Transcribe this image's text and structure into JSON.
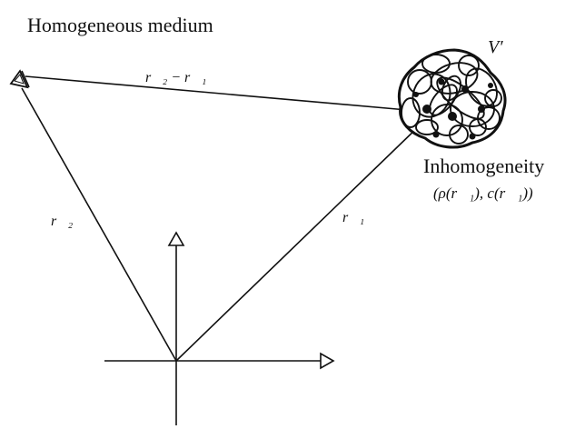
{
  "labels": {
    "title": "Homogeneous medium",
    "volume": "V′",
    "difference_vector": "r⃗₂ − r⃗₁",
    "r2": "r⃗₂",
    "r1": "r⃗₁",
    "inhomogeneity": "Inhomogeneity",
    "properties": "(ρ(r⃗₁), c(r⃗₁))"
  },
  "colors": {
    "ink": "#111111",
    "background": "#ffffff"
  },
  "icons": {
    "source": "transducer-triangle-icon",
    "scatterer": "inhomogeneity-blob-icon"
  }
}
